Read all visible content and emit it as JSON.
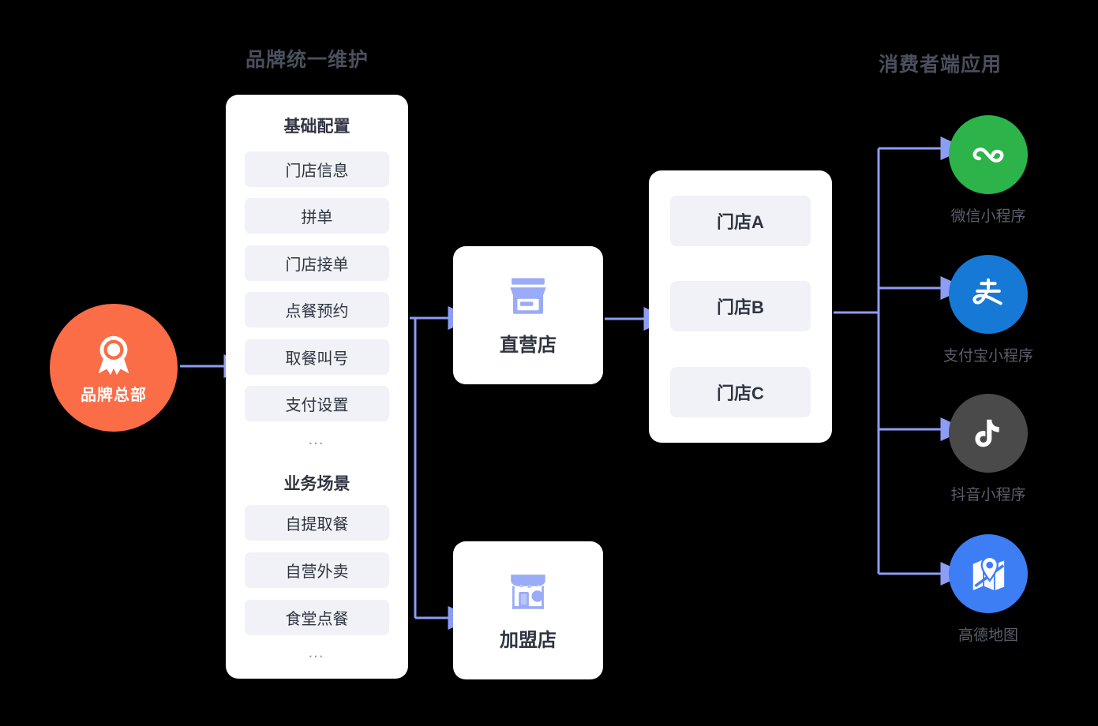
{
  "background": "#000000",
  "accent": {
    "arrow": "#8c9df6",
    "brand_orange": "#fa6d47",
    "panel_white": "#ffffff",
    "chip_gray": "#f1f2f7",
    "text_dark": "#2f3440",
    "text_muted": "#5a5f6b",
    "header_gray": "#4a4f5c"
  },
  "headers": {
    "brand": "品牌统一维护",
    "consumer": "消费者端应用"
  },
  "brand_hq": {
    "label": "品牌总部",
    "icon": "medal-icon"
  },
  "config_panel": {
    "sections": [
      {
        "title": "基础配置",
        "items": [
          "门店信息",
          "拼单",
          "门店接单",
          "点餐预约",
          "取餐叫号",
          "支付设置"
        ],
        "more": "…"
      },
      {
        "title": "业务场景",
        "items": [
          "自提取餐",
          "自营外卖",
          "食堂点餐"
        ],
        "more": "…"
      }
    ]
  },
  "store_types": [
    {
      "label": "直营店",
      "icon": "storefront-icon"
    },
    {
      "label": "加盟店",
      "icon": "awning-shop-icon"
    }
  ],
  "stores_panel": {
    "items": [
      "门店A",
      "门店B",
      "门店C"
    ]
  },
  "consumer_apps": [
    {
      "label": "微信小程序",
      "icon": "wechat-miniprogram-icon",
      "color": "#2cb34a"
    },
    {
      "label": "支付宝小程序",
      "icon": "alipay-icon",
      "color": "#1779d6"
    },
    {
      "label": "抖音小程序",
      "icon": "douyin-icon",
      "color": "#4a4a4a"
    },
    {
      "label": "高德地图",
      "icon": "amap-icon",
      "color": "#3d7ef5"
    }
  ]
}
